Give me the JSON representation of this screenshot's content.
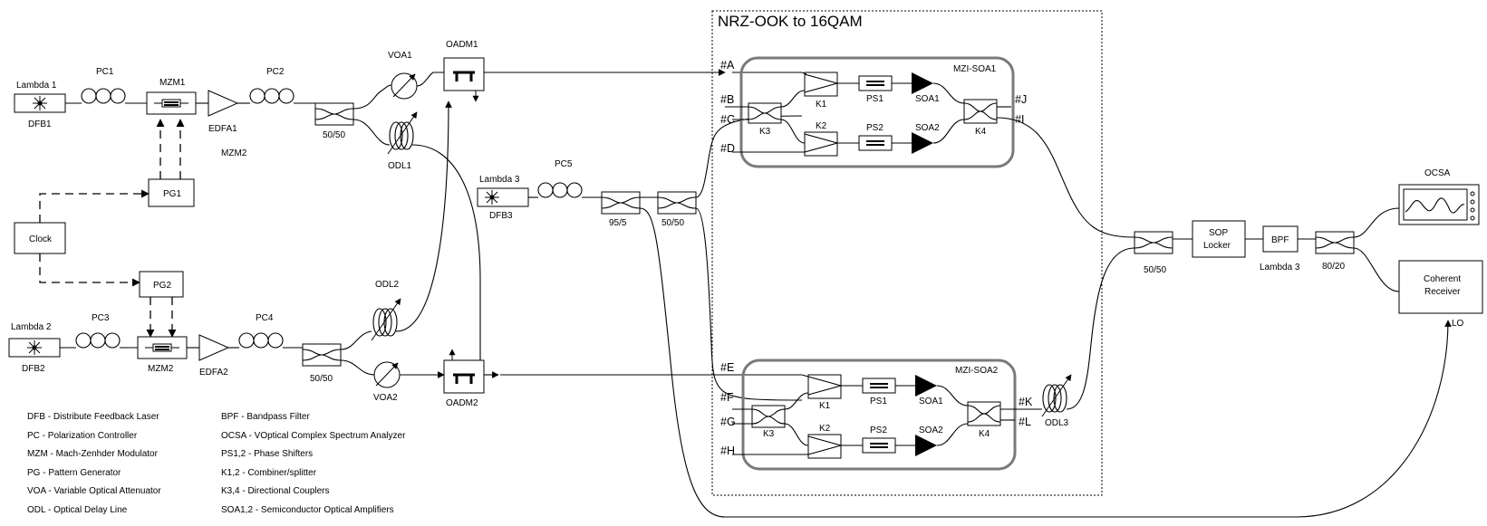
{
  "title": "NRZ-OOK to 16QAM",
  "components": {
    "lambda1": "Lambda 1",
    "dfb1": "DFB1",
    "lambda2": "Lambda 2",
    "dfb2": "DFB2",
    "lambda3": "Lambda 3",
    "dfb3": "DFB3",
    "lambda3_rx": "Lambda 3",
    "pc1": "PC1",
    "pc2": "PC2",
    "pc3": "PC3",
    "pc4": "PC4",
    "pc5": "PC5",
    "mzm1": "MZM1",
    "mzm2_top": "MZM2",
    "mzm2": "MZM2",
    "edfa1": "EDFA1",
    "edfa2": "EDFA2",
    "pg1": "PG1",
    "pg2": "PG2",
    "clock": "Clock",
    "coupler_a": "50/50",
    "coupler_b": "50/50",
    "coupler_c": "95/5",
    "coupler_d": "50/50",
    "coupler_e": "50/50",
    "coupler_f": "80/20",
    "voa1": "VOA1",
    "voa2": "VOA2",
    "odl1": "ODL1",
    "odl2": "ODL2",
    "odl3": "ODL3",
    "oadm1": "OADM1",
    "oadm2": "OADM2",
    "sop_locker_1": "SOP",
    "sop_locker_2": "Locker",
    "bpf": "BPF",
    "ocsa": "OCSA",
    "coherent_rx_1": "Coherent",
    "coherent_rx_2": "Receiver",
    "lo": "LO"
  },
  "mzi_soa1": {
    "name": "MZI-SOA1",
    "k1": "K1",
    "k2": "K2",
    "k3": "K3",
    "k4": "K4",
    "ps1": "PS1",
    "ps2": "PS2",
    "soa1": "SOA1",
    "soa2": "SOA2",
    "ports": {
      "a": "#A",
      "b": "#B",
      "c": "#C",
      "d": "#D",
      "j": "#J",
      "i": "#I"
    }
  },
  "mzi_soa2": {
    "name": "MZI-SOA2",
    "k1": "K1",
    "k2": "K2",
    "k3": "K3",
    "k4": "K4",
    "ps1": "PS1",
    "ps2": "PS2",
    "soa1": "SOA1",
    "soa2": "SOA2",
    "ports": {
      "e": "#E",
      "f": "#F",
      "g": "#G",
      "h": "#H",
      "k": "#K",
      "l": "#L"
    }
  },
  "legend_left": [
    "DFB - Distribute Feedback Laser",
    "PC - Polarization Controller",
    "MZM - Mach-Zenhder Modulator",
    "PG - Pattern Generator",
    "VOA - Variable Optical Attenuator",
    "ODL - Optical Delay Line"
  ],
  "legend_right": [
    "BPF - Bandpass Filter",
    "OCSA - VOptical Complex Spectrum Analyzer",
    "PS1,2 - Phase Shifters",
    "K1,2 - Combiner/splitter",
    "K3,4 - Directional Couplers",
    "SOA1,2 - Semiconductor Optical Amplifiers"
  ]
}
